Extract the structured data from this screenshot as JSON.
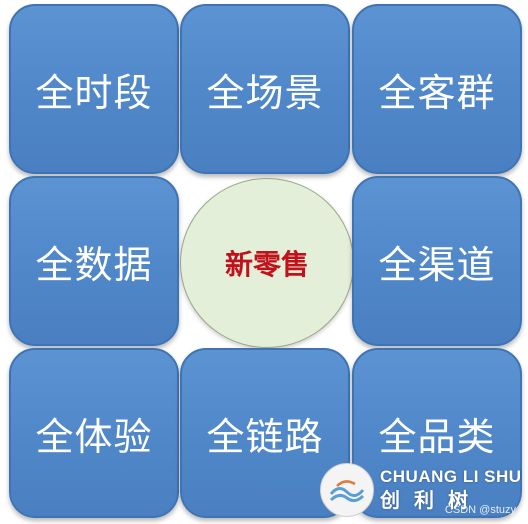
{
  "tiles": [
    {
      "label": "全时段"
    },
    {
      "label": "全场景"
    },
    {
      "label": "全客群"
    },
    {
      "label": "全数据"
    },
    {
      "label": "全渠道"
    },
    {
      "label": "全体验"
    },
    {
      "label": "全链路"
    },
    {
      "label": "全品类"
    }
  ],
  "center": {
    "label": "新零售"
  },
  "watermark": {
    "en": "CHUANG LI SHU",
    "cn": "创利树",
    "credit": "CSDN @stuzy"
  },
  "colors": {
    "tile": "#4f87c9",
    "center": "#e4efd9",
    "center_text": "#c1121c"
  }
}
